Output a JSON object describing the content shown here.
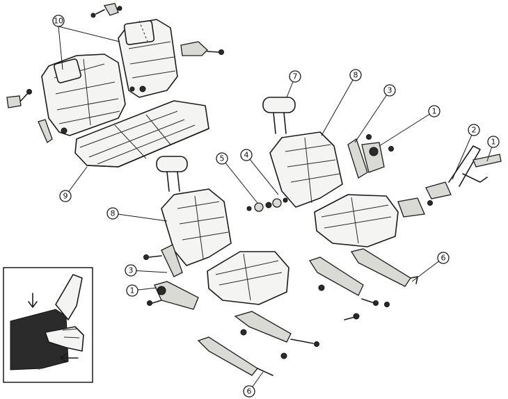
{
  "callouts": [
    {
      "id": "c10",
      "label": "10"
    },
    {
      "id": "c9",
      "label": "9"
    },
    {
      "id": "c8a",
      "label": "8"
    },
    {
      "id": "c8b",
      "label": "8"
    },
    {
      "id": "c7",
      "label": "7"
    },
    {
      "id": "c5",
      "label": "5"
    },
    {
      "id": "c4",
      "label": "4"
    },
    {
      "id": "c3a",
      "label": "3"
    },
    {
      "id": "c3b",
      "label": "3"
    },
    {
      "id": "c1a",
      "label": "1"
    },
    {
      "id": "c1b",
      "label": "1"
    },
    {
      "id": "c1c",
      "label": "1"
    },
    {
      "id": "c2",
      "label": "2"
    },
    {
      "id": "c6a",
      "label": "6"
    },
    {
      "id": "c6b",
      "label": "6"
    }
  ]
}
